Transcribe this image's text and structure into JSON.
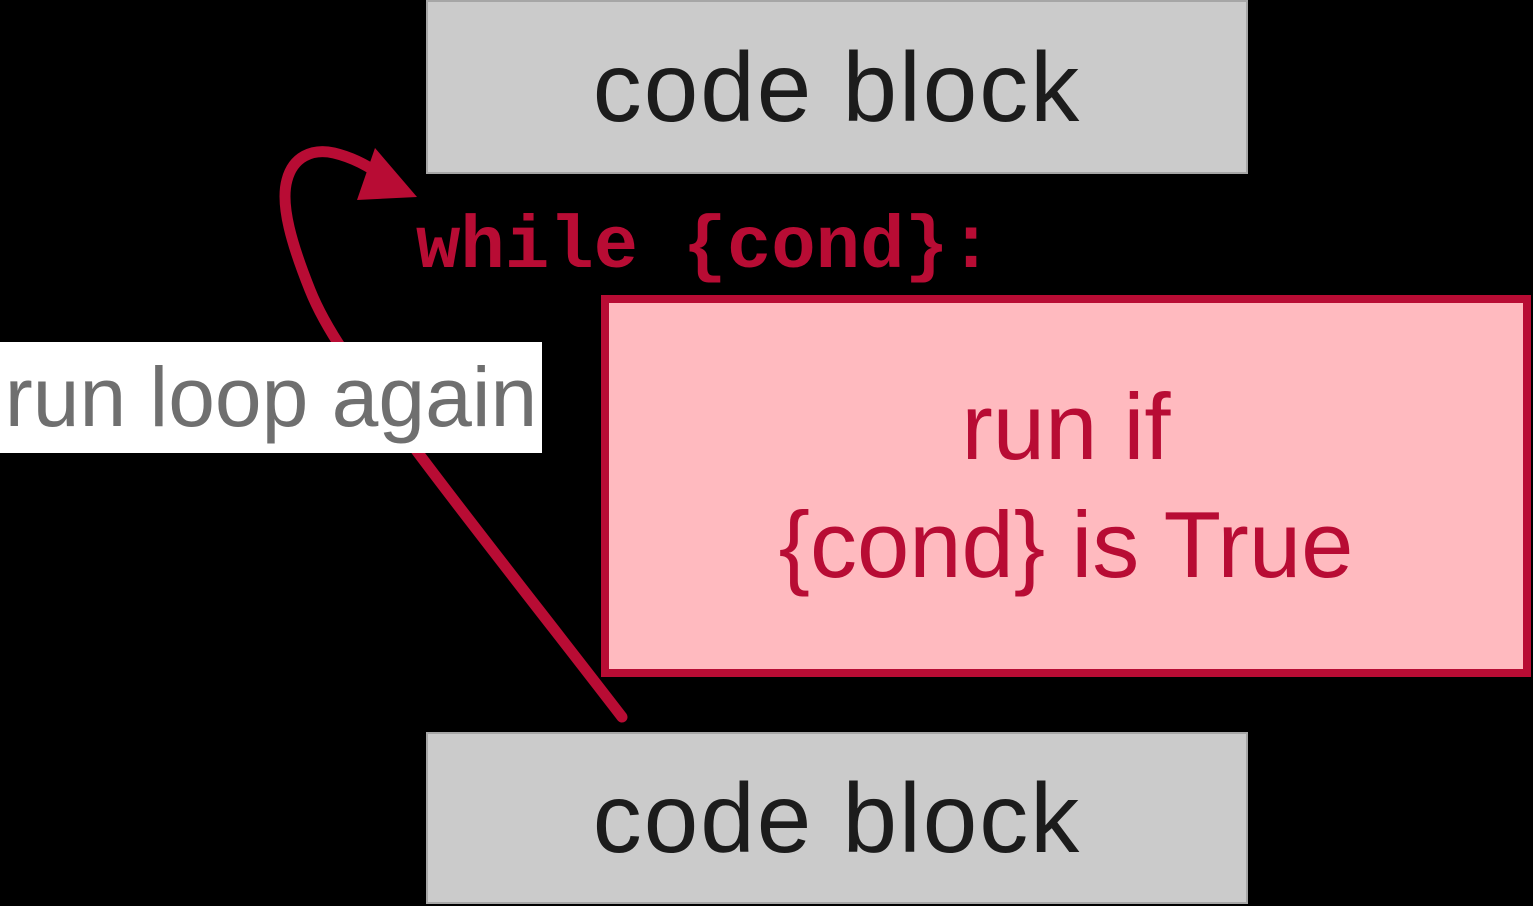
{
  "colors": {
    "bg": "#000000",
    "red": "#b80c34",
    "pink": "#ffbabf",
    "box-fill": "#cbcbcb",
    "box-border": "#a6a6a6",
    "code-text": "#1c1c1c",
    "label-text": "#6f6f6f",
    "label-bg": "#ffffff"
  },
  "diagram": {
    "top_code_block": "code block",
    "while_statement": "while {cond}:",
    "loop_body_line1": "run if",
    "loop_body_line2": "{cond} is True",
    "run_again_label": "run loop again",
    "bottom_code_block": "code block"
  }
}
